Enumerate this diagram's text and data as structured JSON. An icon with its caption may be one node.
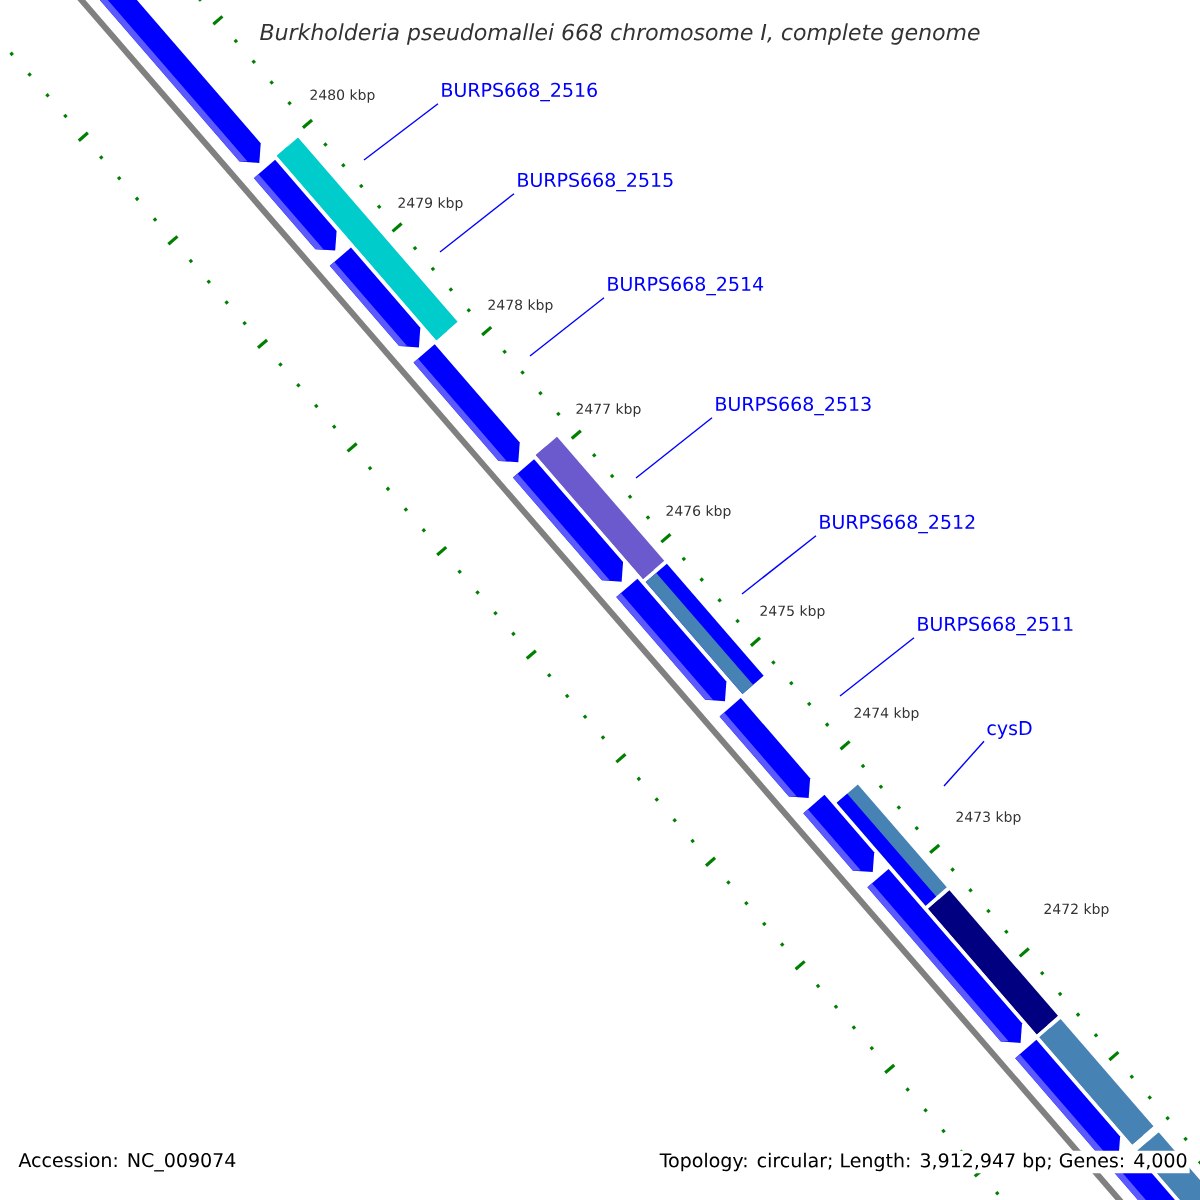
{
  "diagram": {
    "title": "Burkholderia pseudomallei 668 chromosome I, complete genome",
    "nodes": [
      {
        "text": [
          "BURPS668_2516"
        ]
      },
      {
        "text": [
          "BURPS668_2515"
        ]
      },
      {
        "text": [
          "BURPS668_2514"
        ]
      },
      {
        "text": [
          "BURPS668_2513"
        ]
      },
      {
        "text": [
          "BURPS668_2512"
        ]
      },
      {
        "text": [
          "BURPS668_2511"
        ]
      },
      {
        "text": [
          "cysD"
        ]
      }
    ],
    "edges": [
      {
        "from": 0,
        "to": null,
        "arrow": "none"
      },
      {
        "from": 1,
        "to": null,
        "arrow": "none"
      },
      {
        "from": 2,
        "to": null,
        "arrow": "none"
      },
      {
        "from": 3,
        "to": null,
        "arrow": "none"
      },
      {
        "from": 4,
        "to": null,
        "arrow": "none"
      },
      {
        "from": 5,
        "to": null,
        "arrow": "none"
      },
      {
        "from": 6,
        "to": null,
        "arrow": "none"
      }
    ],
    "labels": [
      "2480 kbp",
      "2479 kbp",
      "2478 kbp",
      "2477 kbp",
      "2476 kbp",
      "2475 kbp",
      "2474 kbp",
      "2473 kbp",
      "2472 kbp",
      "Accession: NC_009074",
      "Topology: circular; Length: 3,912,947 bp; Genes: 4,000"
    ]
  }
}
